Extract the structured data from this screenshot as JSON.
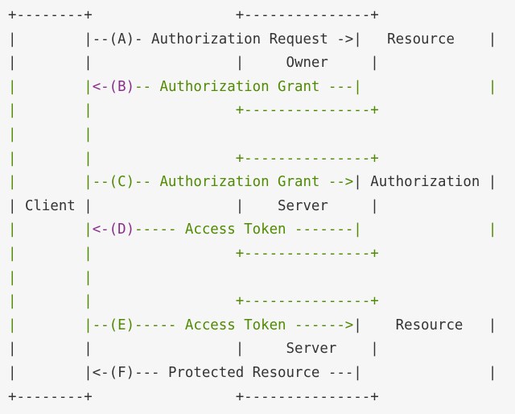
{
  "colors": {
    "default": "#333333",
    "green": "#4f8a00",
    "purple": "#8a2e8a",
    "background": "#f6f6f6"
  },
  "lines": [
    [
      {
        "t": "+--------+                 +---------------+",
        "c": "gray"
      }
    ],
    [
      {
        "t": "|        |",
        "c": "gray"
      },
      {
        "t": "--(A)- Authorization Request ->",
        "c": "gray"
      },
      {
        "t": "|   Resource    |",
        "c": "gray"
      }
    ],
    [
      {
        "t": "|        |                 |     Owner     |",
        "c": "gray"
      }
    ],
    [
      {
        "t": "|        |",
        "c": "green"
      },
      {
        "t": "<-(B)",
        "c": "purple"
      },
      {
        "t": "-- Authorization Grant ---",
        "c": "green"
      },
      {
        "t": "|               |",
        "c": "green"
      }
    ],
    [
      {
        "t": "|        |                 +---------------+",
        "c": "green"
      }
    ],
    [
      {
        "t": "|        |",
        "c": "green"
      }
    ],
    [
      {
        "t": "|        |                 +---------------+",
        "c": "green"
      }
    ],
    [
      {
        "t": "|        |",
        "c": "green"
      },
      {
        "t": "--(C)-- Authorization Grant -->",
        "c": "green"
      },
      {
        "t": "| Authorization |",
        "c": "gray"
      }
    ],
    [
      {
        "t": "| Client |                 |    Server     |",
        "c": "gray"
      }
    ],
    [
      {
        "t": "|        |",
        "c": "green"
      },
      {
        "t": "<-(D)",
        "c": "purple"
      },
      {
        "t": "----- Access Token -------",
        "c": "green"
      },
      {
        "t": "|               |",
        "c": "green"
      }
    ],
    [
      {
        "t": "|        |                 +---------------+",
        "c": "green"
      }
    ],
    [
      {
        "t": "|        |",
        "c": "green"
      }
    ],
    [
      {
        "t": "|        |                 +---------------+",
        "c": "green"
      }
    ],
    [
      {
        "t": "|        |",
        "c": "green"
      },
      {
        "t": "--(E)----- Access Token ------>",
        "c": "green"
      },
      {
        "t": "|    Resource   |",
        "c": "gray"
      }
    ],
    [
      {
        "t": "|        |                 |     Server    |",
        "c": "gray"
      }
    ],
    [
      {
        "t": "|        |",
        "c": "gray"
      },
      {
        "t": "<-(F)",
        "c": "gray"
      },
      {
        "t": "--- Protected Resource ---",
        "c": "gray"
      },
      {
        "t": "|               |",
        "c": "gray"
      }
    ],
    [
      {
        "t": "+--------+                 +---------------+",
        "c": "gray"
      }
    ]
  ]
}
